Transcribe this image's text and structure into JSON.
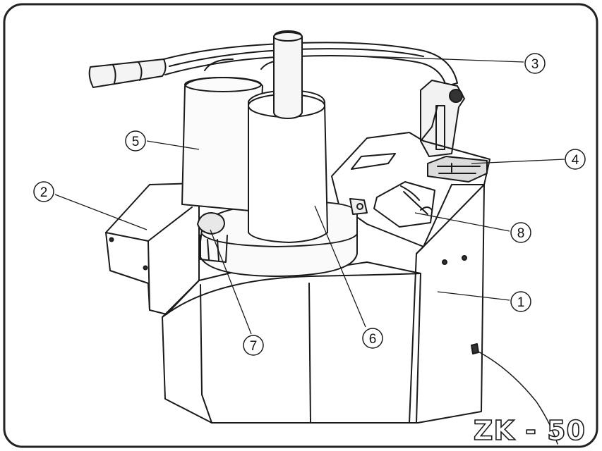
{
  "model": "ZK - 50",
  "callouts": [
    {
      "label": "1"
    },
    {
      "label": "2"
    },
    {
      "label": "3"
    },
    {
      "label": "4"
    },
    {
      "label": "5"
    },
    {
      "label": "6"
    },
    {
      "label": "7"
    },
    {
      "label": "8"
    }
  ],
  "colors": {
    "ink": "#1a1a1a",
    "paper": "#ffffff",
    "frame": "#222222"
  }
}
